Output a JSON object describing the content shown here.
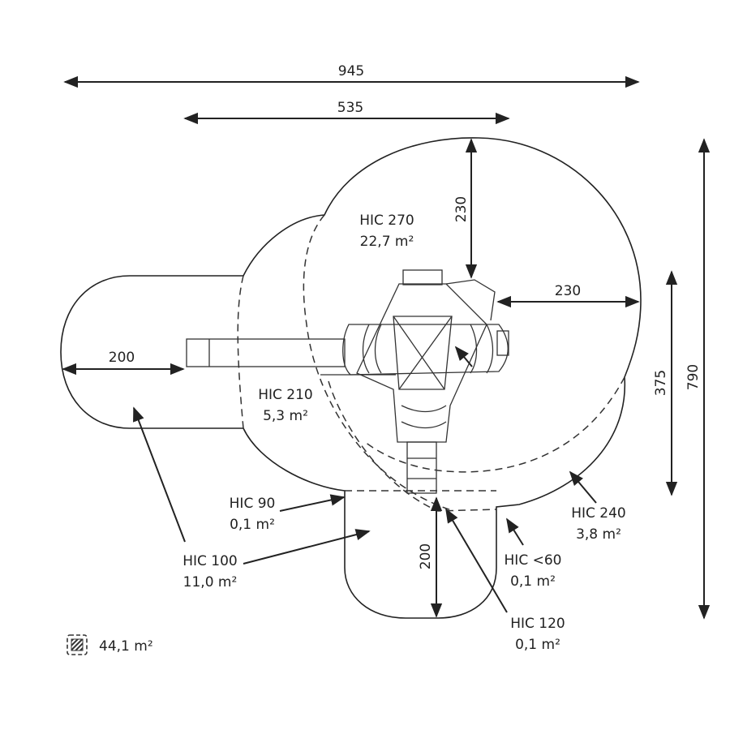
{
  "dimensions": {
    "total_width": "945",
    "structure_width": "535",
    "top_clearance": "230",
    "right_clearance": "230",
    "left_clearance": "200",
    "right_depth": "375",
    "total_depth": "790",
    "bottom_clearance": "200"
  },
  "zones": [
    {
      "hic": "HIC 270",
      "area": "22,7 m²"
    },
    {
      "hic": "HIC 210",
      "area": "5,3 m²"
    },
    {
      "hic": "HIC 90",
      "area": "0,1 m²"
    },
    {
      "hic": "HIC 100",
      "area": "11,0 m²"
    },
    {
      "hic": "HIC 240",
      "area": "3,8 m²"
    },
    {
      "hic": "HIC <60",
      "area": "0,1 m²"
    },
    {
      "hic": "HIC 120",
      "area": "0,1 m²"
    }
  ],
  "legend": {
    "icon": "hatched-area-icon",
    "total_area": "44,1 m²"
  },
  "colors": {
    "line": "#222222",
    "background": "#ffffff"
  }
}
